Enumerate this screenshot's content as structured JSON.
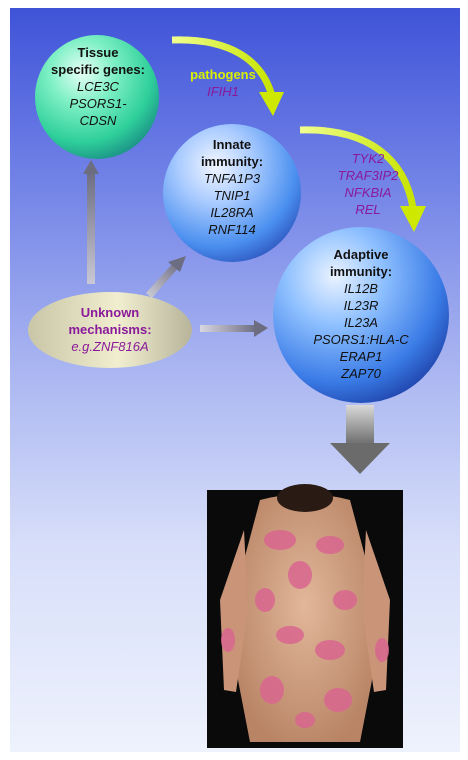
{
  "colors": {
    "background_top": "#3f53d8",
    "background_bottom": "#eef2fd",
    "sphere_green": "#35e0a8",
    "sphere_blue": "#3b7fe8",
    "arrow_yellow": "#d8f000",
    "arrow_gray": "#7a7a7a",
    "gene_purple": "#8a1a9a",
    "unknown_text": "#8a1a9a"
  },
  "nodes": {
    "tissue": {
      "heading_line1": "Tissue",
      "heading_line2": "specific genes:",
      "genes": [
        "LCE3C",
        "PSORS1-",
        "CDSN"
      ]
    },
    "innate": {
      "heading_line1": "Innate",
      "heading_line2": "immunity:",
      "genes": [
        "TNFA1P3",
        "TNIP1",
        "IL28RA",
        "RNF114"
      ]
    },
    "adaptive": {
      "heading_line1": "Adaptive",
      "heading_line2": "immunity:",
      "genes": [
        "IL12B",
        "IL23R",
        "IL23A",
        "PSORS1:HLA-C",
        "ERAP1",
        "ZAP70"
      ]
    },
    "unknown": {
      "heading_line1": "Unknown",
      "heading_line2": "mechanisms:",
      "example": "e.g.ZNF816A"
    }
  },
  "arrow_labels": {
    "pathogens": "pathogens",
    "pathogen_gene": "IFIH1",
    "innate_to_adaptive": [
      "TYK2",
      "TRAF3IP2",
      "NFKBIA",
      "REL"
    ]
  },
  "photo": {
    "icon": "clinical-photo-psoriasis-back"
  }
}
